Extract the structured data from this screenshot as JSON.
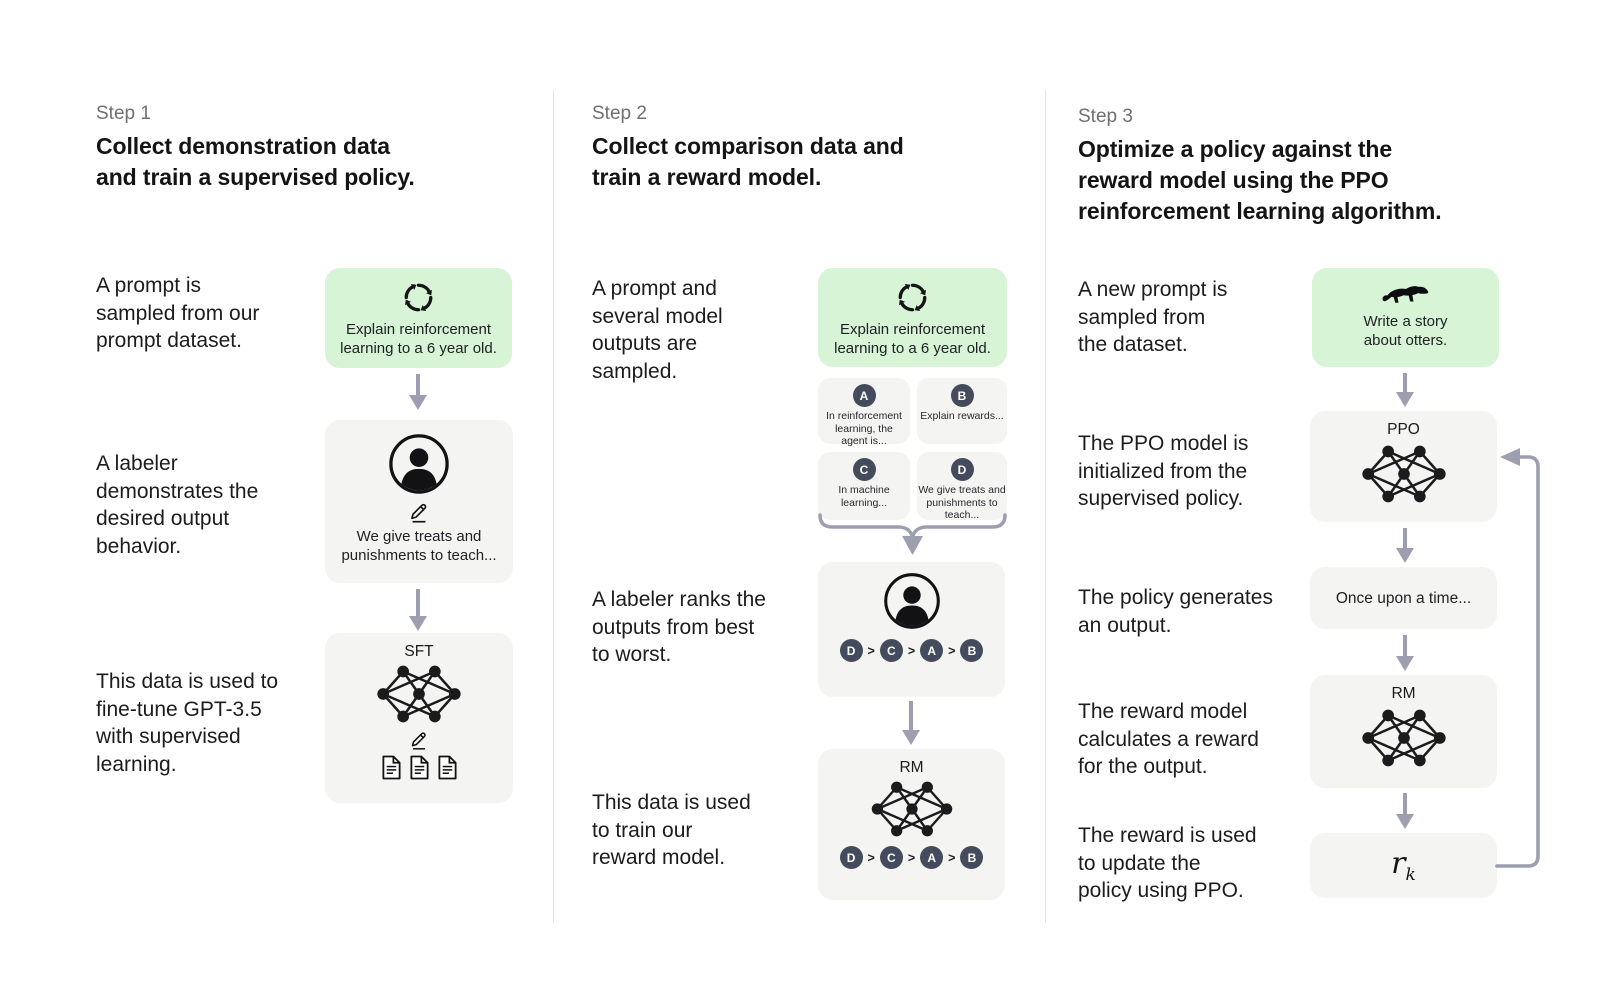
{
  "colors": {
    "green": "#d7f4d7",
    "panel": "#f4f4f2",
    "arrow": "#9d9fb0",
    "badge": "#434b5c",
    "ink": "#1d1d1f",
    "muted": "#6f7071",
    "divider": "#e5e5e4"
  },
  "icons": {
    "prompt_sampling": "cycle-icon",
    "labeler": "person-icon",
    "demonstration": "pencil-icon",
    "model": "neural-network-icon",
    "data": "document-icon",
    "otter_prompt": "otter-icon",
    "flow": "arrow-down-icon",
    "merge": "brace-arrow-icon",
    "feedback": "loop-arrow-icon"
  },
  "step1": {
    "label": "Step 1",
    "title": "Collect demonstration data\nand train a supervised policy.",
    "captions": {
      "prompt": "A prompt is\nsampled from our\nprompt dataset.",
      "labeler": "A labeler\ndemonstrates the\ndesired output\nbehavior.",
      "finetune": "This data is used to\nfine-tune GPT-3.5\nwith supervised\nlearning."
    },
    "prompt_box": {
      "text": "Explain reinforcement\nlearning to a 6 year old."
    },
    "labeler_box": {
      "caption": "We give treats and\npunishments to teach..."
    },
    "sft_box": {
      "label": "SFT"
    }
  },
  "step2": {
    "label": "Step 2",
    "title": "Collect comparison data and\ntrain a reward model.",
    "captions": {
      "sampled": "A prompt and\nseveral model\noutputs are\nsampled.",
      "ranks": "A labeler ranks the\noutputs from best\nto worst.",
      "train": "This data is used\nto train our\nreward model."
    },
    "prompt_box": {
      "text": "Explain reinforcement\nlearning to a 6 year old."
    },
    "outputs": [
      {
        "badge": "A",
        "text": "In reinforcement\nlearning, the\nagent is..."
      },
      {
        "badge": "B",
        "text": "Explain rewards..."
      },
      {
        "badge": "C",
        "text": "In machine\nlearning..."
      },
      {
        "badge": "D",
        "text": "We give treats and\npunishments to\nteach..."
      }
    ],
    "ranking": {
      "items": [
        "D",
        "C",
        "A",
        "B"
      ],
      "separator": ">"
    },
    "rm_box": {
      "label": "RM"
    }
  },
  "step3": {
    "label": "Step 3",
    "title": "Optimize a policy against the\nreward model using the PPO\nreinforcement learning algorithm.",
    "captions": {
      "new_prompt": "A new prompt is\nsampled from\nthe dataset.",
      "ppo_init": "The PPO model is\ninitialized from the\nsupervised policy.",
      "generates": "The policy generates\nan output.",
      "reward_calc": "The reward model\ncalculates a reward\nfor the output.",
      "reward_update": "The reward is used\nto update the\npolicy using PPO."
    },
    "prompt_box": {
      "text": "Write a story\nabout otters."
    },
    "ppo_box": {
      "label": "PPO"
    },
    "output_box": {
      "text": "Once upon a time..."
    },
    "rm_box": {
      "label": "RM"
    },
    "reward_box": {
      "label_base": "r",
      "label_sub": "k"
    }
  }
}
